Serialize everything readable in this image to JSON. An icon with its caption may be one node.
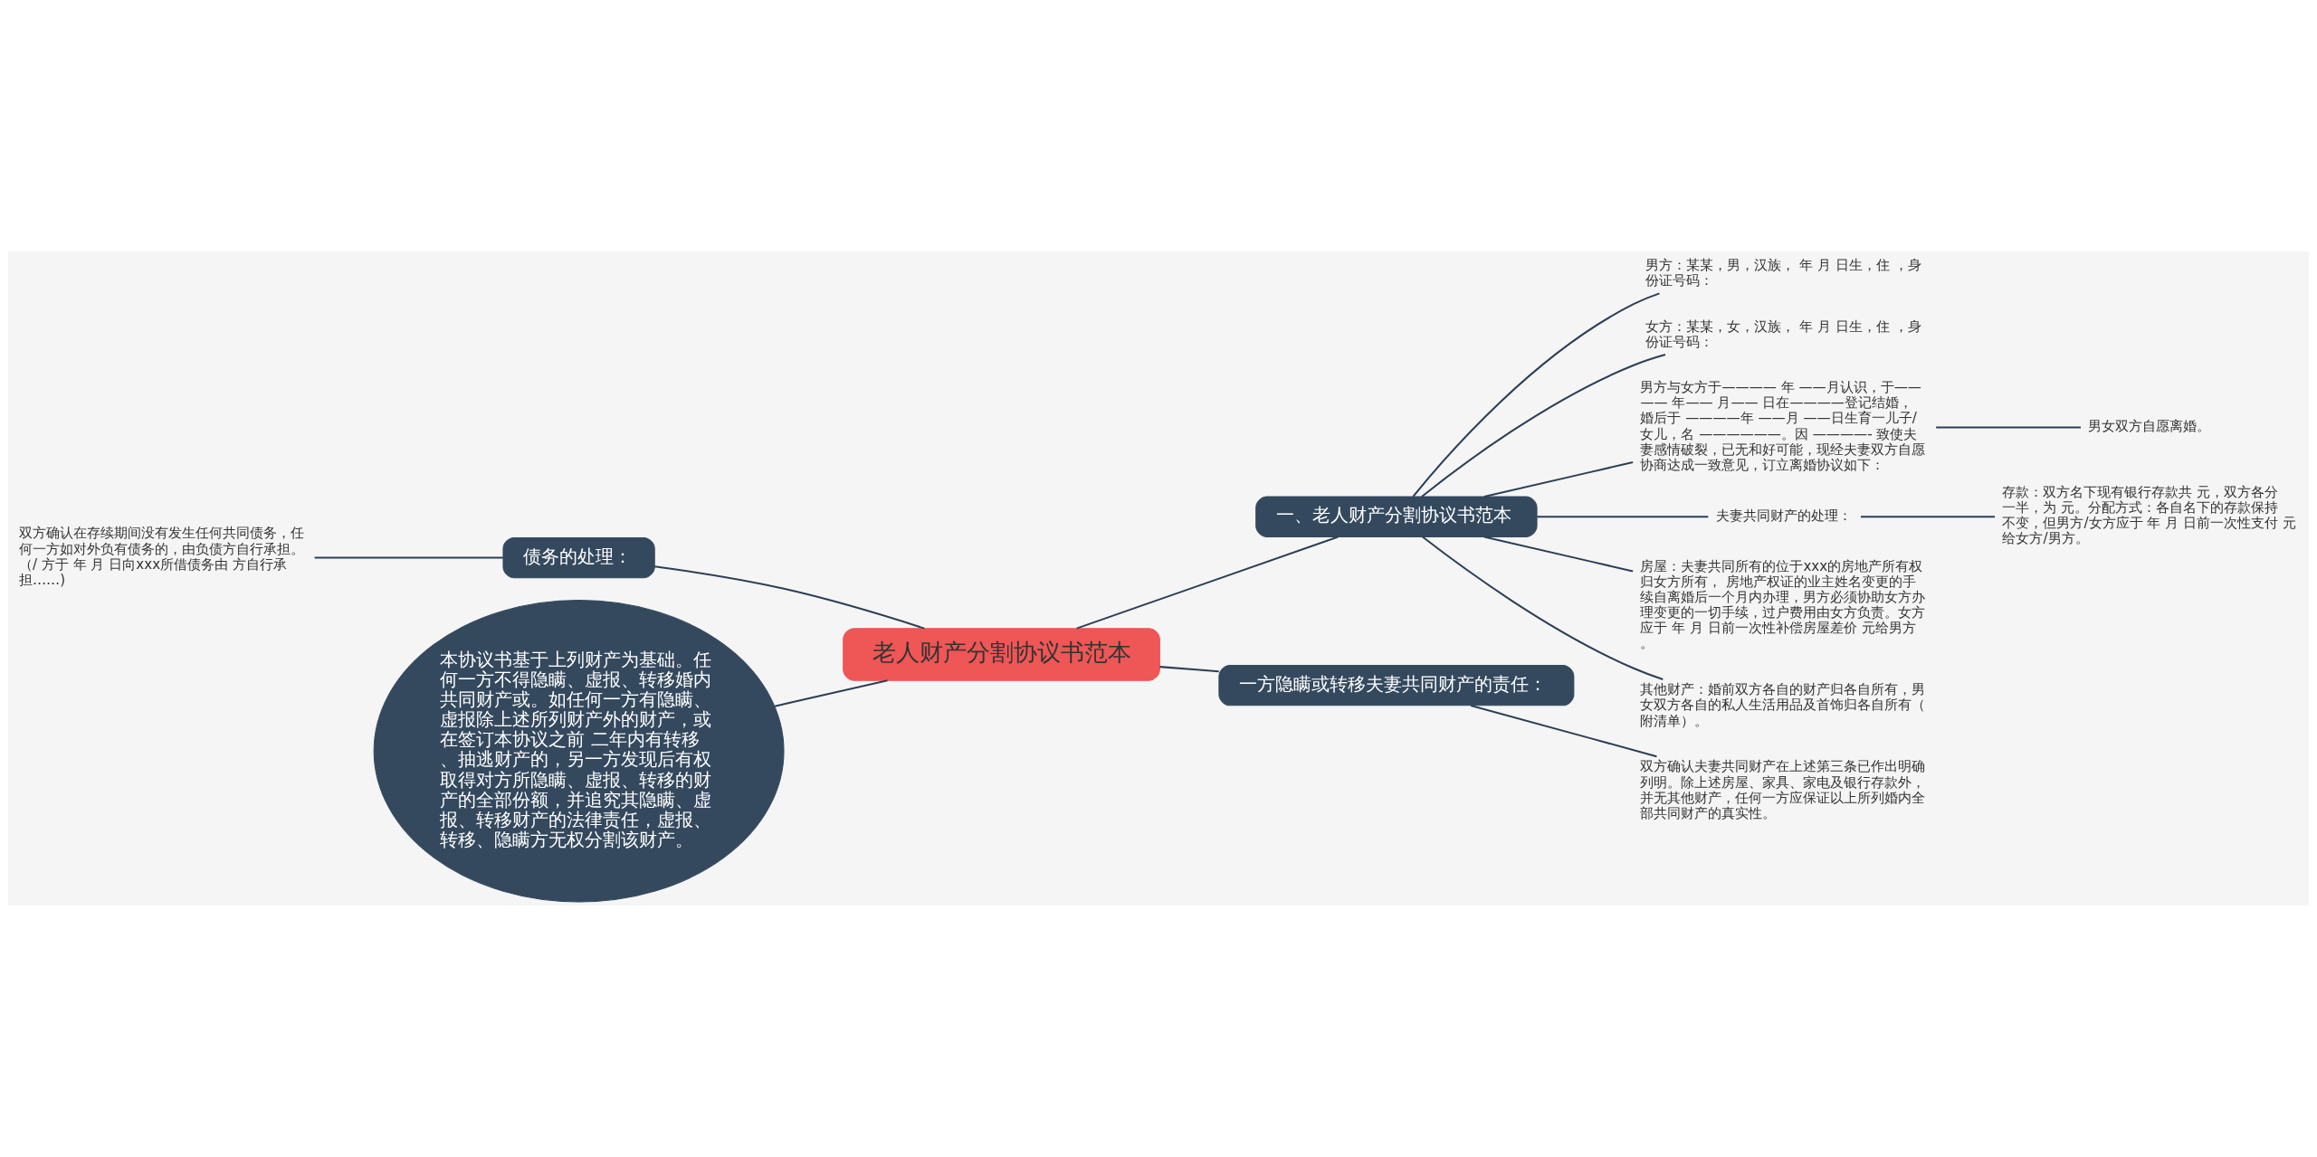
{
  "diagram": {
    "nodes": [
      {
        "text": [
          "老人财产分割协议书范本"
        ]
      },
      {
        "text": [
          "一、老人财产分割协议书范本"
        ]
      },
      {
        "text": [
          "男方：某某，男，汉族， 年 月 日生，住 ，身份证号码："
        ]
      },
      {
        "text": [
          "女方：某某，女，汉族， 年 月 日生，住 ，身份证号码："
        ]
      },
      {
        "text": [
          "男方与女方于———— 年 ——月认识，于———— 年—— 月—— 日在————登记结婚，婚后于 ————年 ——月 ——日生育一儿子/女儿，名 ——————。因 ————- 致使夫妻感情破裂，已无和好可能，现经夫妻双方自愿协商达成一致意见，订立离婚协议如下："
        ]
      },
      {
        "text": [
          "男女双方自愿离婚。"
        ]
      },
      {
        "text": [
          "夫妻共同财产的处理："
        ]
      },
      {
        "text": [
          "存款：双方名下现有银行存款共 元，双方各分一半，为 元。分配方式：各自名下的存款保持不变，但男方/女方应于 年 月 日前一次性支付 元给女方/男方。"
        ]
      },
      {
        "text": [
          "房屋：夫妻共同所有的位于xxx的房地产所有权归女方所有， 房地产权证的业主姓名变更的手续自离婚后一个月内办理，男方必须协助女方办理变更的一切手续，过户费用由女方负责。女方应于 年 月 日前一次性补偿房屋差价 元给男方。"
        ]
      },
      {
        "text": [
          "其他财产：婚前双方各自的财产归各自所有，男女双方各自的私人生活用品及首饰归各自所有（附清单）。"
        ]
      },
      {
        "text": [
          "一方隐瞒或转移夫妻共同财产的责任："
        ]
      },
      {
        "text": [
          "双方确认夫妻共同财产在上述第三条已作出明确列明。除上述房屋、家具、家电及银行存款外，并无其他财产，任何一方应保证以上所列婚内全部共同财产的真实性。"
        ]
      },
      {
        "text": [
          "债务的处理："
        ]
      },
      {
        "text": [
          "双方确认在存续期间没有发生任何共同债务，任何一方如对外负有债务的，由负债方自行承担。（/ 方于 年 月 日向xxx所借债务由 方自行承担……)"
        ]
      },
      {
        "text": [
          "本协议书基于上列财产为基础。任何一方不得隐瞒、虚报、转移婚内共同财产或。如任何一方有隐瞒、虚报除上述所列财产外的财产，或在签订本协议之前 二年内有转移、抽逃财产的，另一方发现后有权取得对方所隐瞒、虚报、转移的财产的全部份额，并追究其隐瞒、虚报、转移财产的法律责任，虚报、转移、隐瞒方无权分割该财产。"
        ]
      }
    ],
    "edges": [
      {
        "from": 0,
        "to": 1,
        "arrow": "none"
      },
      {
        "from": 1,
        "to": 2,
        "arrow": "none"
      },
      {
        "from": 1,
        "to": 3,
        "arrow": "none"
      },
      {
        "from": 1,
        "to": 4,
        "arrow": "none"
      },
      {
        "from": 4,
        "to": 5,
        "arrow": "none"
      },
      {
        "from": 1,
        "to": 6,
        "arrow": "none"
      },
      {
        "from": 6,
        "to": 7,
        "arrow": "none"
      },
      {
        "from": 1,
        "to": 8,
        "arrow": "none"
      },
      {
        "from": 1,
        "to": 9,
        "arrow": "none"
      },
      {
        "from": 0,
        "to": 10,
        "arrow": "none"
      },
      {
        "from": 10,
        "to": 11,
        "arrow": "none"
      },
      {
        "from": 13,
        "to": 12,
        "arrow": "none"
      },
      {
        "from": 12,
        "to": 0,
        "arrow": "none"
      },
      {
        "from": 14,
        "to": 0,
        "arrow": "none"
      }
    ]
  }
}
